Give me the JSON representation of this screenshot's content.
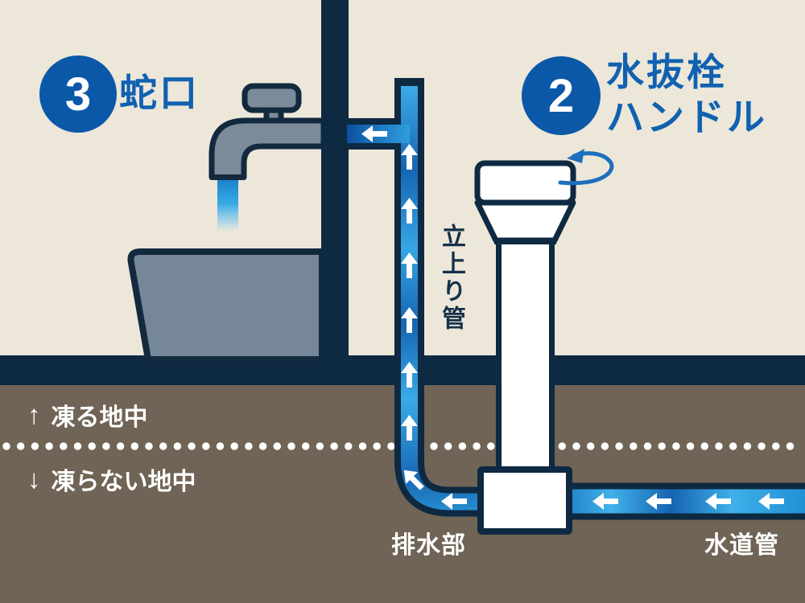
{
  "diagram": {
    "title_context": "water-drain-valve-piping-diagram",
    "steps": [
      {
        "number": "3",
        "label": "蛇口"
      },
      {
        "number": "2",
        "label_line1": "水抜栓",
        "label_line2": "ハンドル"
      }
    ],
    "pipe_labels": {
      "riser": "立上り管",
      "drain": "排水部",
      "supply": "水道管"
    },
    "ground": {
      "up_icon": "↑",
      "above_label": "凍る地中",
      "down_icon": "↓",
      "below_label": "凍らない地中"
    },
    "colors": {
      "background_cream": "#ece7d9",
      "navy_outline": "#0e2942",
      "ground_brown": "#6f6455",
      "badge_blue": "#0b58a9",
      "headline_blue": "#1161b1",
      "pipe_blue_light": "#3fb0e9",
      "pipe_blue_dark": "#1563b1",
      "steel_gray": "#7b8b99",
      "sink_gray": "#76879a",
      "white": "#ffffff"
    }
  }
}
